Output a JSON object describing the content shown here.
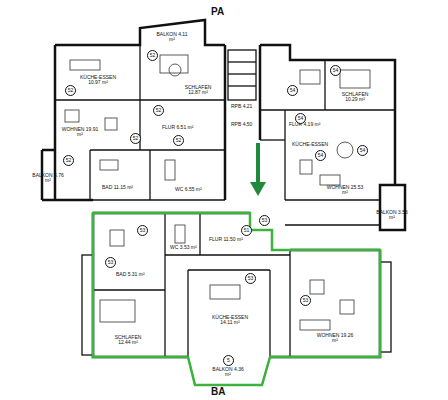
{
  "diagram": {
    "labels": [
      "PA",
      "BA",
      "BALKON 4.11 m²",
      "KÜCHE-ESSEN 10.97 m²",
      "SCHLAFEN 12.87 m²",
      "WOHNEN 19.91 m²",
      "FLUR 6.51 m²",
      "BAD 11.15 m²",
      "WC 6.55 m²",
      "BALKON 5.76 m²",
      "RPB 4.21",
      "RPB 4.50",
      "SCHLAFEN 10.29 m²",
      "FLUR 4.19 m²",
      "KÜCHE-ESSEN",
      "WOHNEN 25.53 m²",
      "BALKON 3.56 m²",
      "FLUR 11.50 m²",
      "BAD 5.31 m²",
      "WC 3.53 m²",
      "SCHLAFEN 12.44 m²",
      "KÜCHE-ESSEN 14.11 m²",
      "WOHNEN 19.26 m²",
      "BALKON 4.36 m²",
      "52",
      "52",
      "52",
      "52",
      "52",
      "52",
      "54",
      "54",
      "54",
      "54",
      "54",
      "53",
      "51",
      "53",
      "53",
      "53",
      "53",
      "5"
    ]
  }
}
